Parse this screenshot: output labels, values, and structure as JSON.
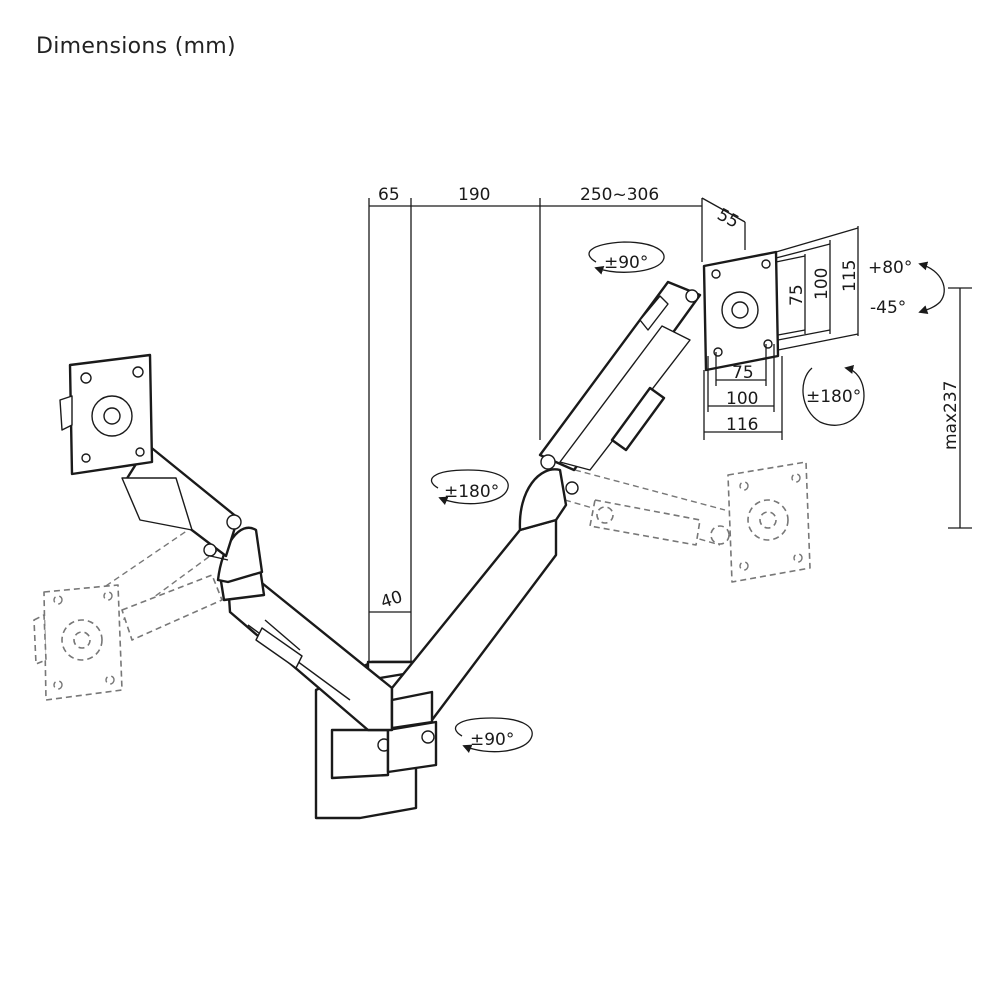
{
  "title": "Dimensions (mm)",
  "dimensions": {
    "d65": "65",
    "d190": "190",
    "d250": "250~306",
    "d55": "55",
    "d40": "40",
    "plate_w75": "75",
    "plate_w100": "100",
    "plate_w116": "116",
    "plate_h75": "75",
    "plate_h100": "100",
    "plate_h115": "115",
    "height_max": "max237"
  },
  "rotations": {
    "top_swivel": "±90°",
    "elbow_swivel": "±180°",
    "base_swivel": "±90°",
    "plate_rotation": "±180°",
    "tilt_up": "+80°",
    "tilt_down": "-45°"
  }
}
